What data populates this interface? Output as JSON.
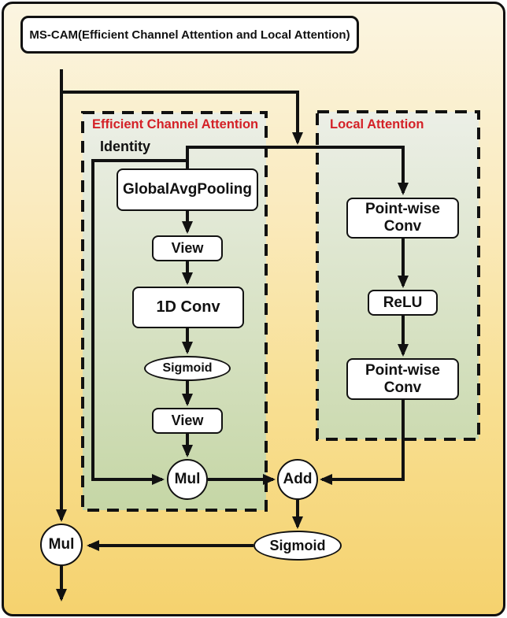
{
  "title": "MS-CAM(Efficient Channel Attention and Local Attention)",
  "colors": {
    "background_top": "#FBF5E1",
    "background_bottom": "#F5D26E",
    "panel_green_top": "#ECEFE7",
    "panel_green_bottom": "#C5D6A5",
    "heading_red": "#D42127",
    "line_black": "#111111",
    "node_fill": "#FFFFFF"
  },
  "groups": {
    "eca": {
      "label": "Efficient Channel Attention"
    },
    "la": {
      "label": "Local Attention"
    }
  },
  "labels": {
    "identity": "Identity"
  },
  "nodes": {
    "gap": {
      "label": "GlobalAvgPooling"
    },
    "view1": {
      "label": "View"
    },
    "conv1d": {
      "label": "1D Conv"
    },
    "sigmoid1": {
      "label": "Sigmoid"
    },
    "view2": {
      "label": "View"
    },
    "mul1": {
      "label": "Mul"
    },
    "pwconv1": {
      "label": "Point-wise Conv"
    },
    "relu": {
      "label": "ReLU"
    },
    "pwconv2": {
      "label": "Point-wise Conv"
    },
    "add": {
      "label": "Add"
    },
    "sigmoid2": {
      "label": "Sigmoid"
    },
    "mul2": {
      "label": "Mul"
    }
  }
}
